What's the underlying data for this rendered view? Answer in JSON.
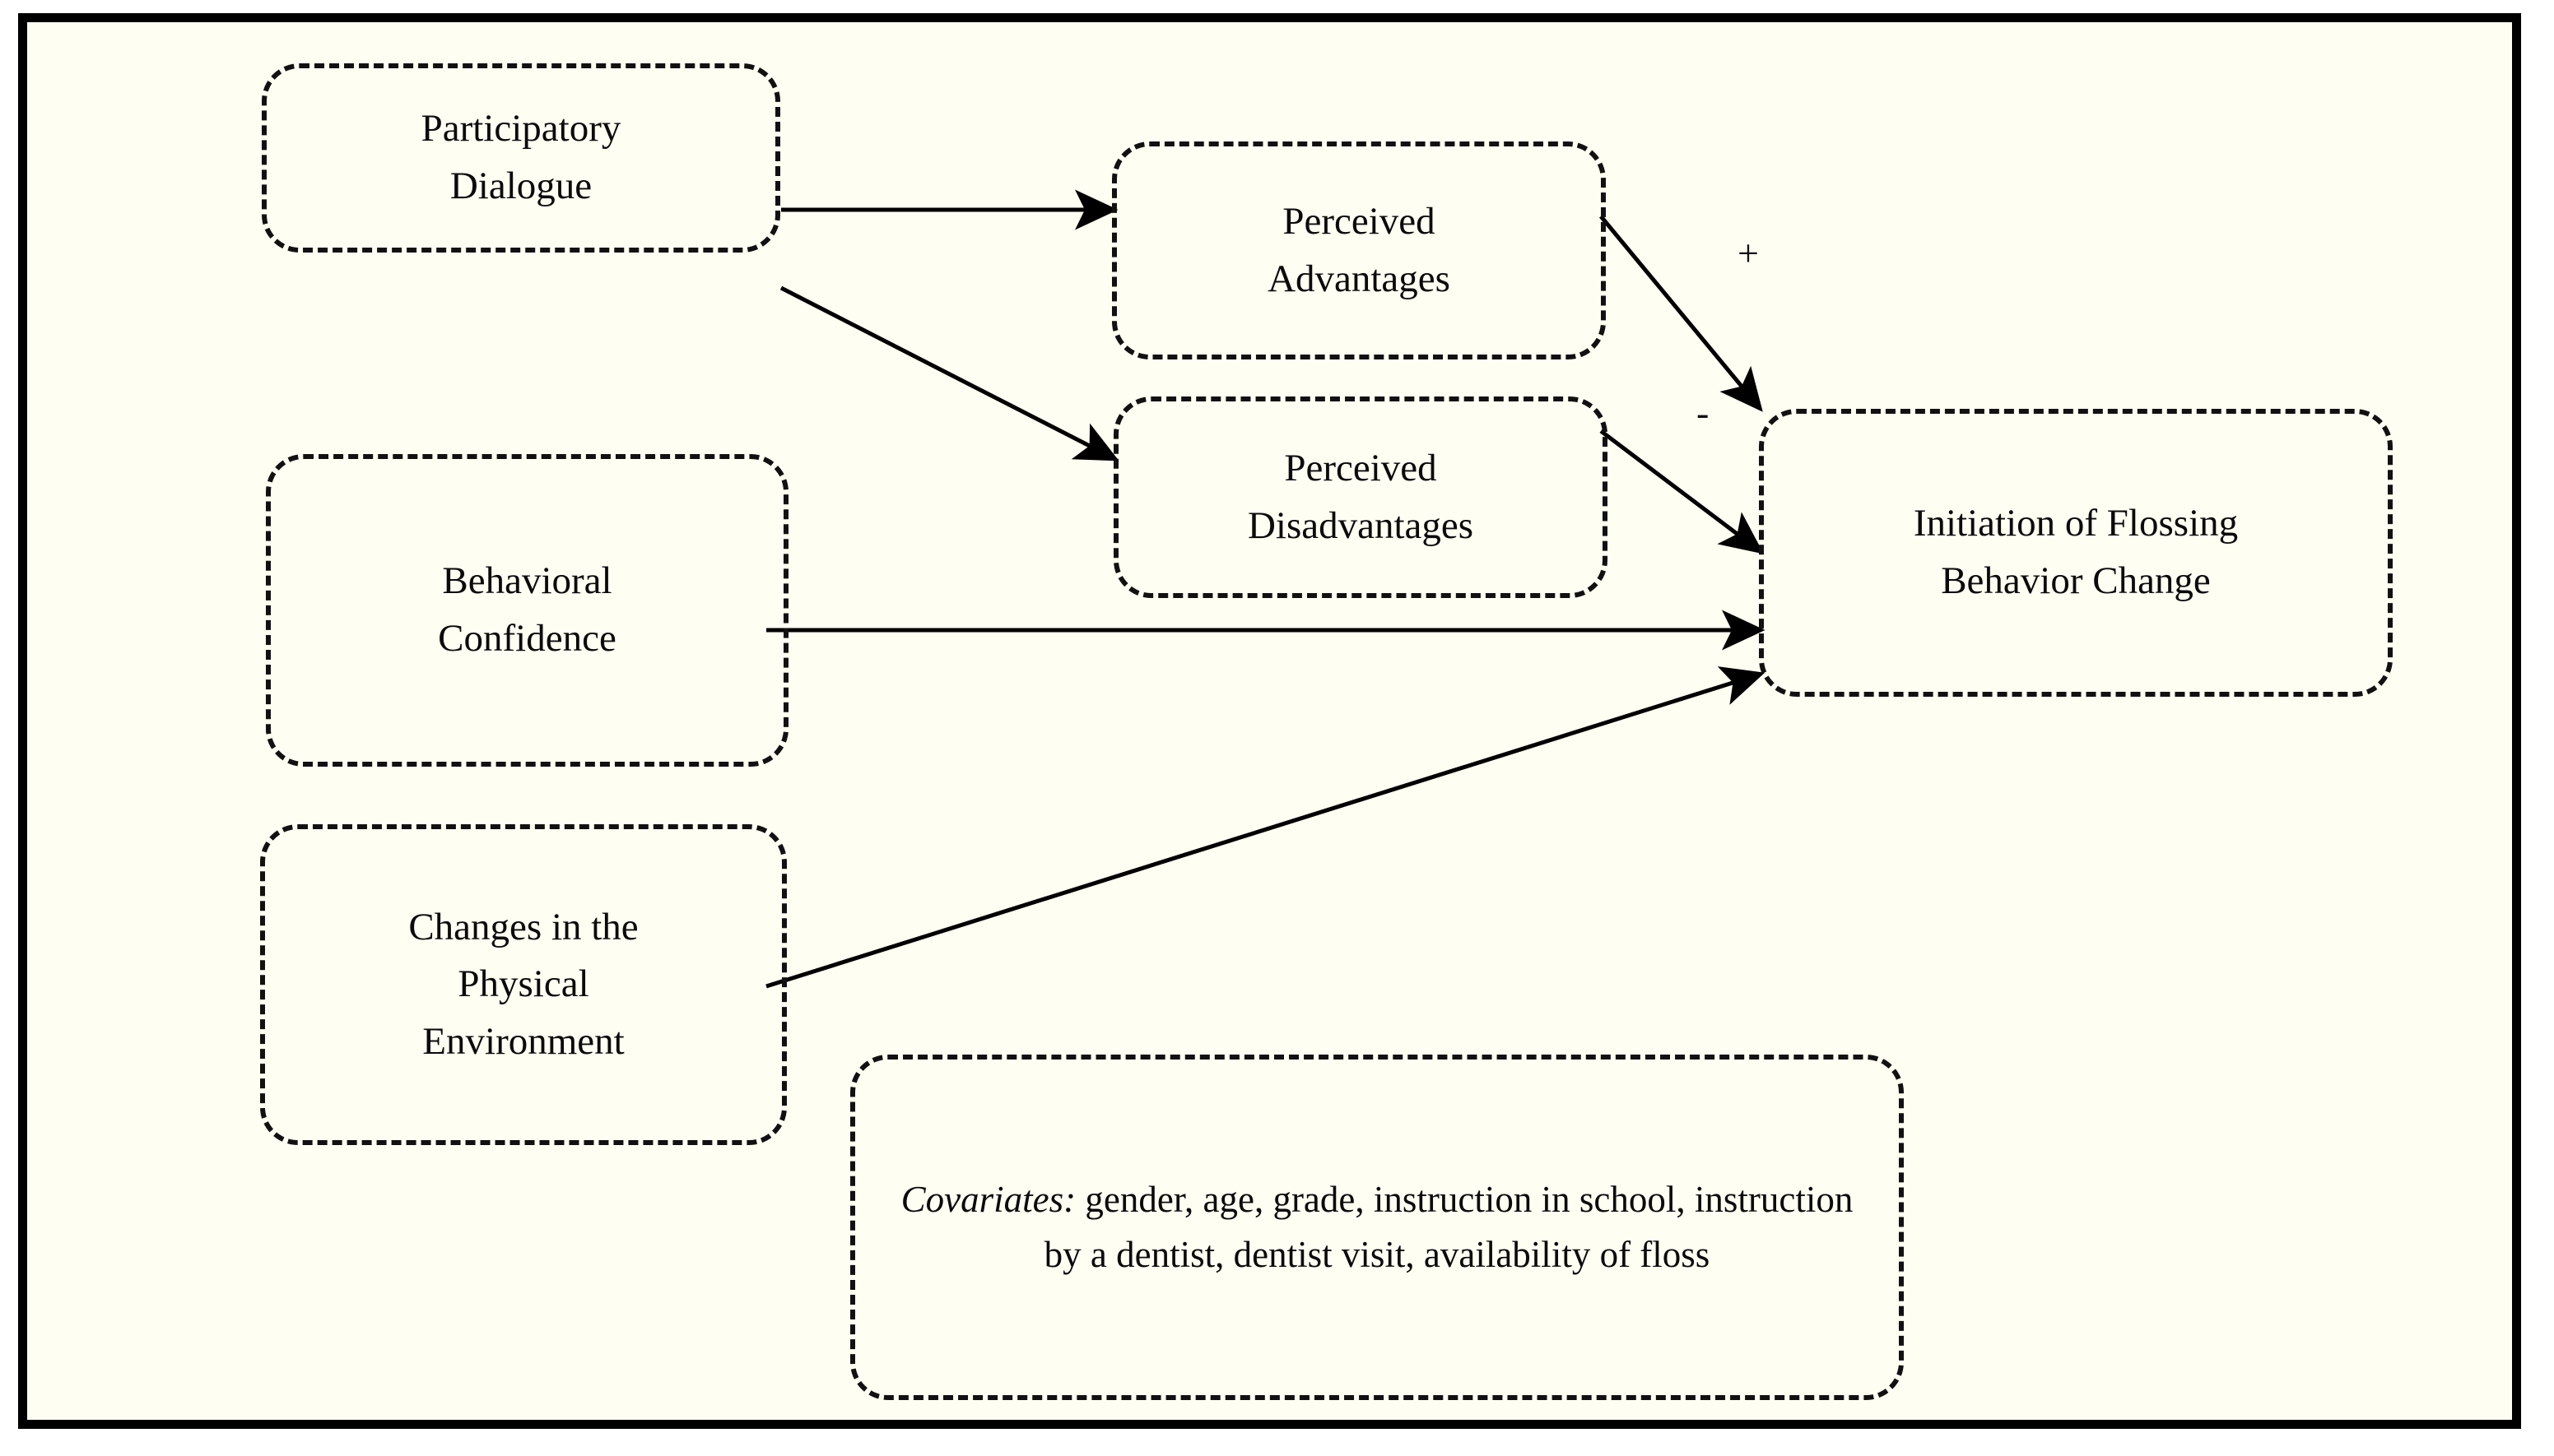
{
  "figure": {
    "type": "conceptual-model-diagram",
    "background_color": "#fffef3",
    "frame_color": "#000000",
    "node_border_style": "dashed rounded",
    "nodes": [
      {
        "id": "participatory-dialogue",
        "label": "Participatory\nDialogue",
        "lines": [
          "Participatory",
          "Dialogue"
        ]
      },
      {
        "id": "behavioral-confidence",
        "label": "Behavioral\nConfidence",
        "lines": [
          "Behavioral",
          "Confidence"
        ]
      },
      {
        "id": "changes-physical-environment",
        "label": "Changes in the\nPhysical\nEnvironment",
        "lines": [
          "Changes in the",
          "Physical",
          "Environment"
        ]
      },
      {
        "id": "perceived-advantages",
        "label": "Perceived\nAdvantages",
        "lines": [
          "Perceived",
          "Advantages"
        ]
      },
      {
        "id": "perceived-disadvantages",
        "label": "Perceived\nDisadvantages",
        "lines": [
          "Perceived",
          "Disadvantages"
        ]
      },
      {
        "id": "initiation-flossing",
        "label": "Initiation of Flossing\nBehavior Change",
        "lines": [
          "Initiation of Flossing",
          "Behavior Change"
        ]
      },
      {
        "id": "covariates",
        "label": "Covariates: gender, age, grade, instruction in school, instruction by a dentist, dentist visit, availability of floss",
        "emphasis": "Covariates:",
        "rest": " gender, age, grade, instruction in school, instruction by a dentist, dentist visit, availability of floss"
      }
    ],
    "edges": [
      {
        "id": "pd-to-advantages",
        "from": "participatory-dialogue",
        "to": "perceived-advantages",
        "sign": ""
      },
      {
        "id": "pd-to-disadvantages",
        "from": "participatory-dialogue",
        "to": "perceived-disadvantages",
        "sign": ""
      },
      {
        "id": "advantages-to-initiation",
        "from": "perceived-advantages",
        "to": "initiation-flossing",
        "sign": "+"
      },
      {
        "id": "disadvantages-to-initiation",
        "from": "perceived-disadvantages",
        "to": "initiation-flossing",
        "sign": "-"
      },
      {
        "id": "confidence-to-initiation",
        "from": "behavioral-confidence",
        "to": "initiation-flossing",
        "sign": ""
      },
      {
        "id": "environment-to-initiation",
        "from": "changes-physical-environment",
        "to": "initiation-flossing",
        "sign": ""
      }
    ],
    "signs": {
      "plus": "+",
      "minus": "-"
    }
  }
}
